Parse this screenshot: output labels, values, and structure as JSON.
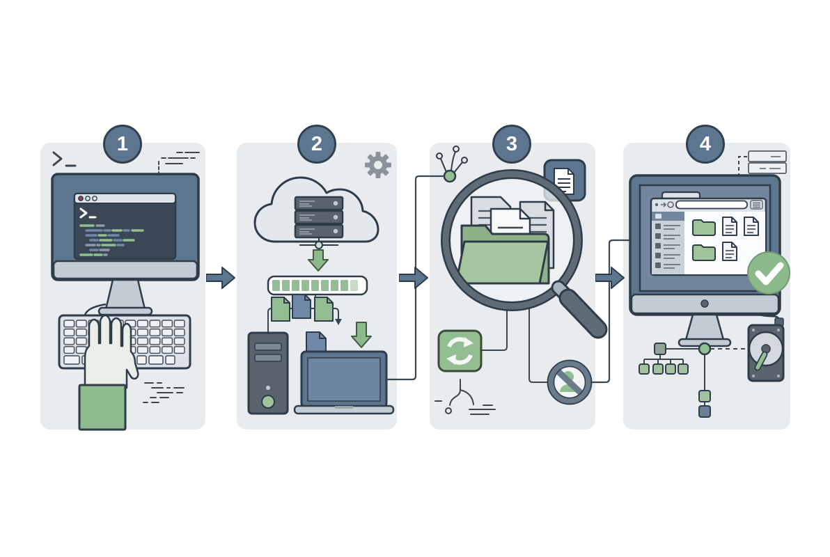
{
  "figure": {
    "type": "four-step-process-illustration",
    "step_count": 4,
    "background_color": "#ffffff",
    "panel_color": "#e8ecef"
  },
  "steps": [
    {
      "number": "1",
      "label": "terminal-command-input",
      "elements": [
        "terminal-prompt-icon",
        "monitor-with-terminal-window",
        "code-lines",
        "keyboard",
        "typing-hand",
        "dash-decoration"
      ]
    },
    {
      "number": "2",
      "label": "cloud-server-transfer",
      "elements": [
        "gear-icon",
        "cloud-with-servers",
        "download-arrow",
        "progress-bar",
        "file-icons",
        "desktop-tower",
        "laptop"
      ]
    },
    {
      "number": "3",
      "label": "file-inspection",
      "elements": [
        "molecule-node",
        "magnifier-over-folder-documents",
        "document-badge",
        "sync-icon",
        "no-access-icon",
        "ground-decoration"
      ]
    },
    {
      "number": "4",
      "label": "verified-file-organization",
      "elements": [
        "server-card-decoration",
        "monitor-file-manager",
        "green-check-badge",
        "hard-drive",
        "folder-tree"
      ]
    }
  ],
  "palette": {
    "outline": "#2e3b49",
    "line": "#39454f",
    "slate_blue": "#5d7690",
    "dark_slate": "#59646f",
    "light_gray": "#c3ccd4",
    "green": "#93bd93",
    "green_light": "#a3c2a0",
    "green_arrow": "#8cba8c",
    "terminal_bg": "#3b4755",
    "terminal_green": "#8fc08f",
    "terminal_blue": "#7189a8"
  }
}
